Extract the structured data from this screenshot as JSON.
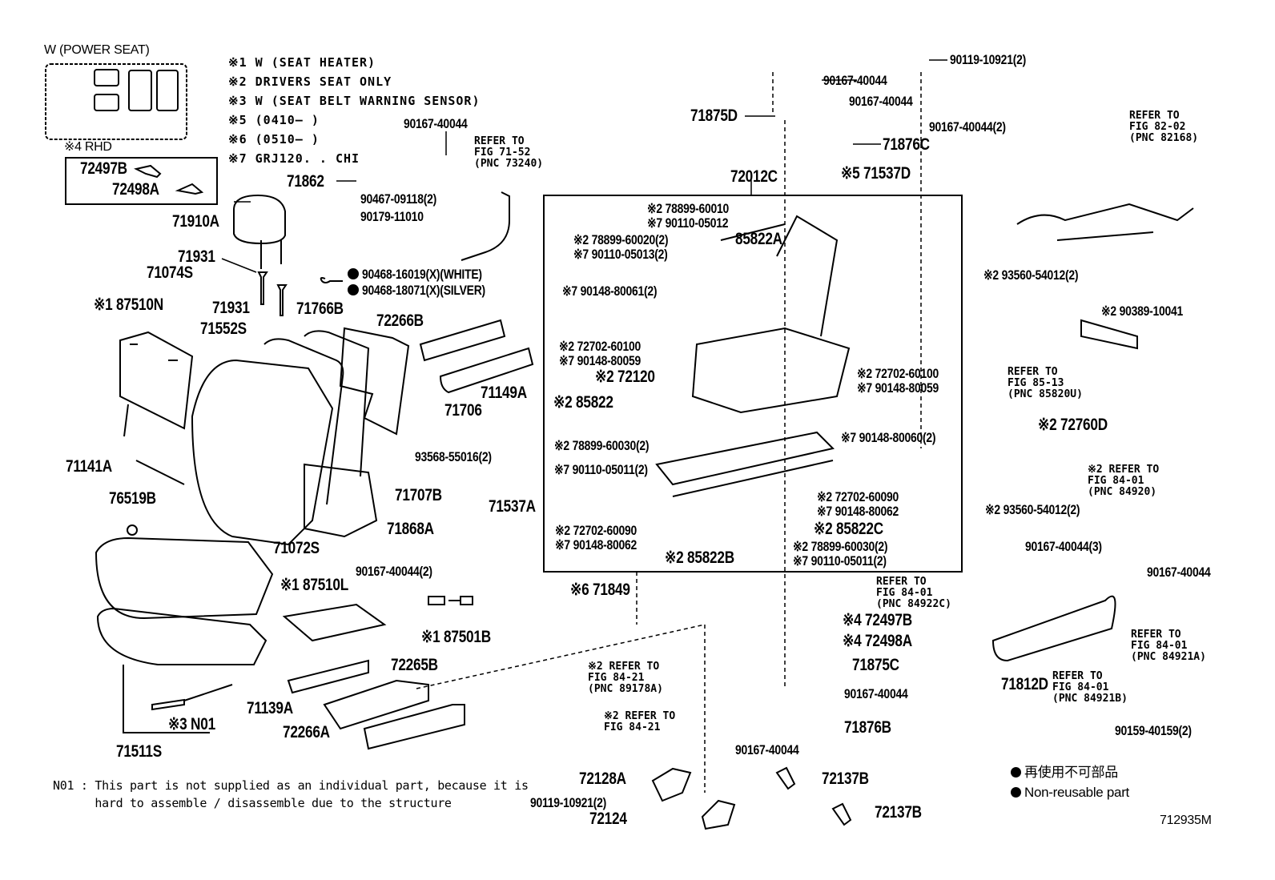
{
  "header": {
    "power_seat_label": "W (POWER SEAT)",
    "rhd_label": "※4  RHD",
    "rhd_parts": [
      "72497B",
      "72498A"
    ]
  },
  "legend_notes": [
    "※1  W (SEAT  HEATER)",
    "※2  DRIVERS  SEAT  ONLY",
    "※3  W (SEAT BELT WARNING SENSOR)",
    "※5  (0410–      )",
    "※6  (0510–      )",
    "※7  GRJ120. . CHI"
  ],
  "frame_box_label": "72012C",
  "parts": {
    "p90167_40044_a": "90167-40044",
    "p71862": "71862",
    "p90467_09118": "90467-09118(2)",
    "p90179_11010": "90179-11010",
    "p71910A": "71910A",
    "p71931_a": "71931",
    "p71931_b": "71931",
    "p71074S": "71074S",
    "p187510N": "※1 87510N",
    "p90468_16019": "90468-16019(X)(WHITE)",
    "p90468_18071": "90468-18071(X)(SILVER)",
    "p71766B": "71766B",
    "p71552S": "71552S",
    "p72266B": "72266B",
    "p71149A": "71149A",
    "p71706": "71706",
    "p93568_55016": "93568-55016(2)",
    "p71141A": "71141A",
    "p76519B": "76519B",
    "p71707B": "71707B",
    "p71537A": "71537A",
    "p71868A": "71868A",
    "p71072S": "71072S",
    "p187510L": "※1 87510L",
    "p90167_40044_2": "90167-40044(2)",
    "p187501B": "※1 87501B",
    "p72265B": "72265B",
    "p71139A": "71139A",
    "p72266A": "72266A",
    "pN01": "※3 N01",
    "p71511S": "71511S",
    "p71875D": "71875D",
    "p90167_40044_b": "90167-40044",
    "p90167_40044_c": "90167-40044",
    "p90119_10921_top": "90119-10921(2)",
    "p90167_40044_d": "90167-40044(2)",
    "p71876C": "71876C",
    "p71537D": "※5 71537D",
    "p278899_60010": "※2 78899-60010",
    "p790110_05012": "※7 90110-05012",
    "p85822A": "85822A",
    "p278899_60020": "※2 78899-60020(2)",
    "p790110_05013": "※7 90110-05013(2)",
    "p790148_80061": "※7 90148-80061(2)",
    "p272702_60100_l": "※2 72702-60100",
    "p790148_80059_l": "※7 90148-80059",
    "p272120": "※2 72120",
    "p285822": "※2 85822",
    "p278899_60030_l": "※2 78899-60030(2)",
    "p790110_05011_l": "※7 90110-05011(2)",
    "p272702_60090_l": "※2 72702-60090",
    "p790148_80062_l": "※7 90148-80062",
    "p285822B": "※2 85822B",
    "p272702_60100_r": "※2 72702-60100",
    "p790148_80059_r": "※7 90148-80059",
    "p790148_80060": "※7 90148-80060(2)",
    "p272702_60090_r": "※2 72702-60090",
    "p790148_80062_r": "※7 90148-80062",
    "p285822C": "※2 85822C",
    "p278899_60030_r": "※2 78899-60030(2)",
    "p790110_05011_r": "※7 90110-05011(2)",
    "p671849": "※6 71849",
    "p472497B": "※4 72497B",
    "p472498A": "※4 72498A",
    "p71875C": "71875C",
    "p90167_40044_e": "90167-40044",
    "p71876B": "71876B",
    "p90167_40044_f": "90167-40044",
    "p72128A": "72128A",
    "p90119_10921_bot": "90119-10921(2)",
    "p72124": "72124",
    "p72137B_a": "72137B",
    "p72137B_b": "72137B",
    "p293560_54012_a": "※2 93560-54012(2)",
    "p290389_10041": "※2 90389-10041",
    "p272760D": "※2 72760D",
    "p293560_54012_b": "※2 93560-54012(2)",
    "p90167_40044_3": "90167-40044(3)",
    "p90167_40044_g": "90167-40044",
    "p71812D": "71812D",
    "p90159_40159": "90159-40159(2)"
  },
  "references": {
    "r71_52": {
      "line1": "REFER TO",
      "line2": "FIG 71-52",
      "line3": "(PNC 73240)"
    },
    "r82_02": {
      "line1": "REFER TO",
      "line2": "FIG 82-02",
      "line3": "(PNC 82168)"
    },
    "r85_13": {
      "line1": "REFER TO",
      "line2": "FIG 85-13",
      "line3": "(PNC 85820U)"
    },
    "r84_01_a": {
      "line1": "※2 REFER TO",
      "line2": "FIG 84-01",
      "line3": "(PNC 84920)"
    },
    "r84_01_b": {
      "line1": "REFER TO",
      "line2": "FIG 84-01",
      "line3": "(PNC 84922C)"
    },
    "r84_01_c": {
      "line1": "REFER TO",
      "line2": "FIG 84-01",
      "line3": "(PNC 84921A)"
    },
    "r84_01_d": {
      "line1": "REFER TO",
      "line2": "FIG 84-01",
      "line3": "(PNC 84921B)"
    },
    "r84_21_a": {
      "line1": "※2 REFER TO",
      "line2": "FIG 84-21",
      "line3": "(PNC 89178A)"
    },
    "r84_21_b": {
      "line1": "※2 REFER TO",
      "line2": "FIG 84-21",
      "line3": ""
    }
  },
  "footnote": {
    "line1": "N01 : This part is not supplied as an individual part, because it is",
    "line2": "      hard to assemble / disassemble due to the structure"
  },
  "non_reusable": {
    "jp": "再使用不可部品",
    "en": "Non-reusable part"
  },
  "figure_id": "712935M"
}
